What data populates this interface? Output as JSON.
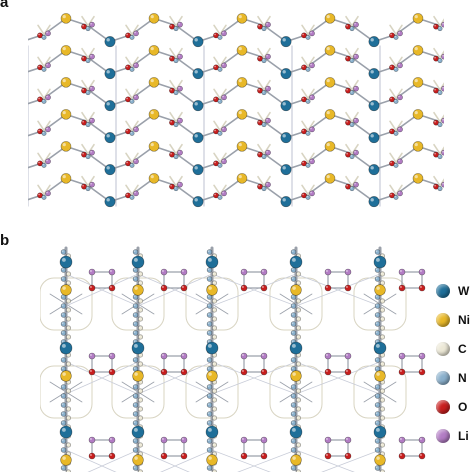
{
  "panels": [
    {
      "label": "a",
      "kind": "zigzag-chain-network"
    },
    {
      "label": "b",
      "kind": "column-network"
    }
  ],
  "legend": [
    {
      "element": "W",
      "color": "#1f6f99"
    },
    {
      "element": "Ni",
      "color": "#e8b828"
    },
    {
      "element": "C",
      "color": "#ece8d6"
    },
    {
      "element": "N",
      "color": "#8ab0cc"
    },
    {
      "element": "O",
      "color": "#c81e1e"
    },
    {
      "element": "Li",
      "color": "#b27cc4"
    }
  ],
  "bond_colors": {
    "cn": "#9aa0aa",
    "h": "#d8d4c2",
    "link": "#c8ccd8"
  }
}
